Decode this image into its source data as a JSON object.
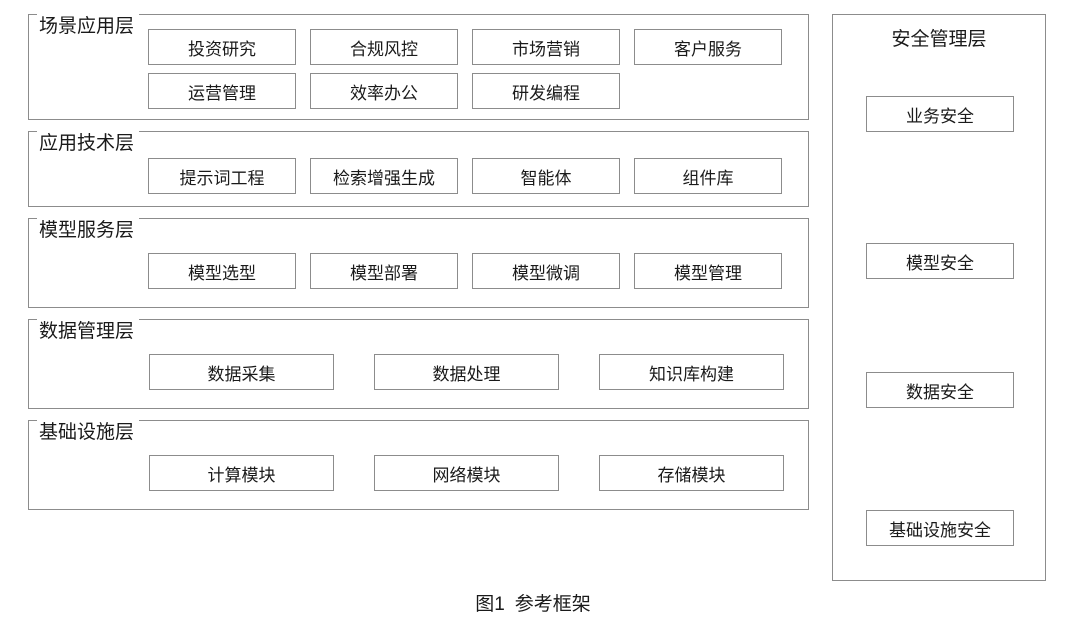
{
  "figure": {
    "caption_number": "图1",
    "caption_title": "参考框架"
  },
  "colors": {
    "border": "#8c8c8c",
    "background": "#ffffff",
    "text": "#1a1a1a"
  },
  "layers": [
    {
      "label": "场景应用层",
      "rows": [
        [
          "投资研究",
          "合规风控",
          "市场营销",
          "客户服务"
        ],
        [
          "运营管理",
          "效率办公",
          "研发编程"
        ]
      ]
    },
    {
      "label": "应用技术层",
      "rows": [
        [
          "提示词工程",
          "检索增强生成",
          "智能体",
          "组件库"
        ]
      ]
    },
    {
      "label": "模型服务层",
      "rows": [
        [
          "模型选型",
          "模型部署",
          "模型微调",
          "模型管理"
        ]
      ]
    },
    {
      "label": "数据管理层",
      "rows": [
        [
          "数据采集",
          "数据处理",
          "知识库构建"
        ]
      ]
    },
    {
      "label": "基础设施层",
      "rows": [
        [
          "计算模块",
          "网络模块",
          "存储模块"
        ]
      ]
    }
  ],
  "security": {
    "title": "安全管理层",
    "items": [
      "业务安全",
      "模型安全",
      "数据安全",
      "基础设施安全"
    ]
  }
}
